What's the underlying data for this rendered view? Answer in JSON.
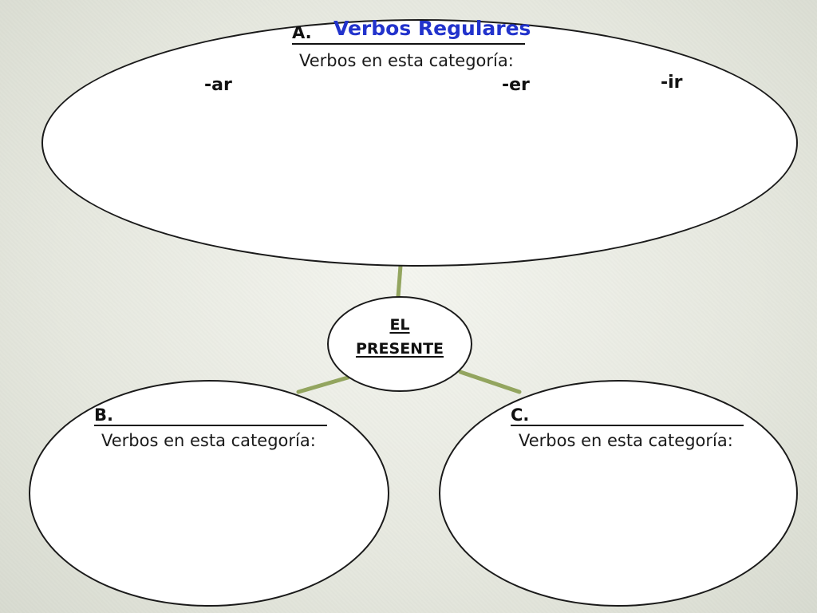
{
  "diagram": {
    "center": {
      "line1": "EL",
      "line2": "PRESENTE"
    },
    "node_a": {
      "letter": "A.",
      "title": "Verbos Regulares",
      "category_text": "Verbos en esta categoría:",
      "endings": [
        "-ar",
        "-er",
        "-ir"
      ]
    },
    "node_b": {
      "letter": "B.",
      "category_text": "Verbos en esta categoría:"
    },
    "node_c": {
      "letter": "C.",
      "category_text": "Verbos en esta categoría:"
    }
  },
  "colors": {
    "connector": "#93a55f",
    "title_blue": "#2233cc",
    "outline": "#1a1a1a"
  }
}
